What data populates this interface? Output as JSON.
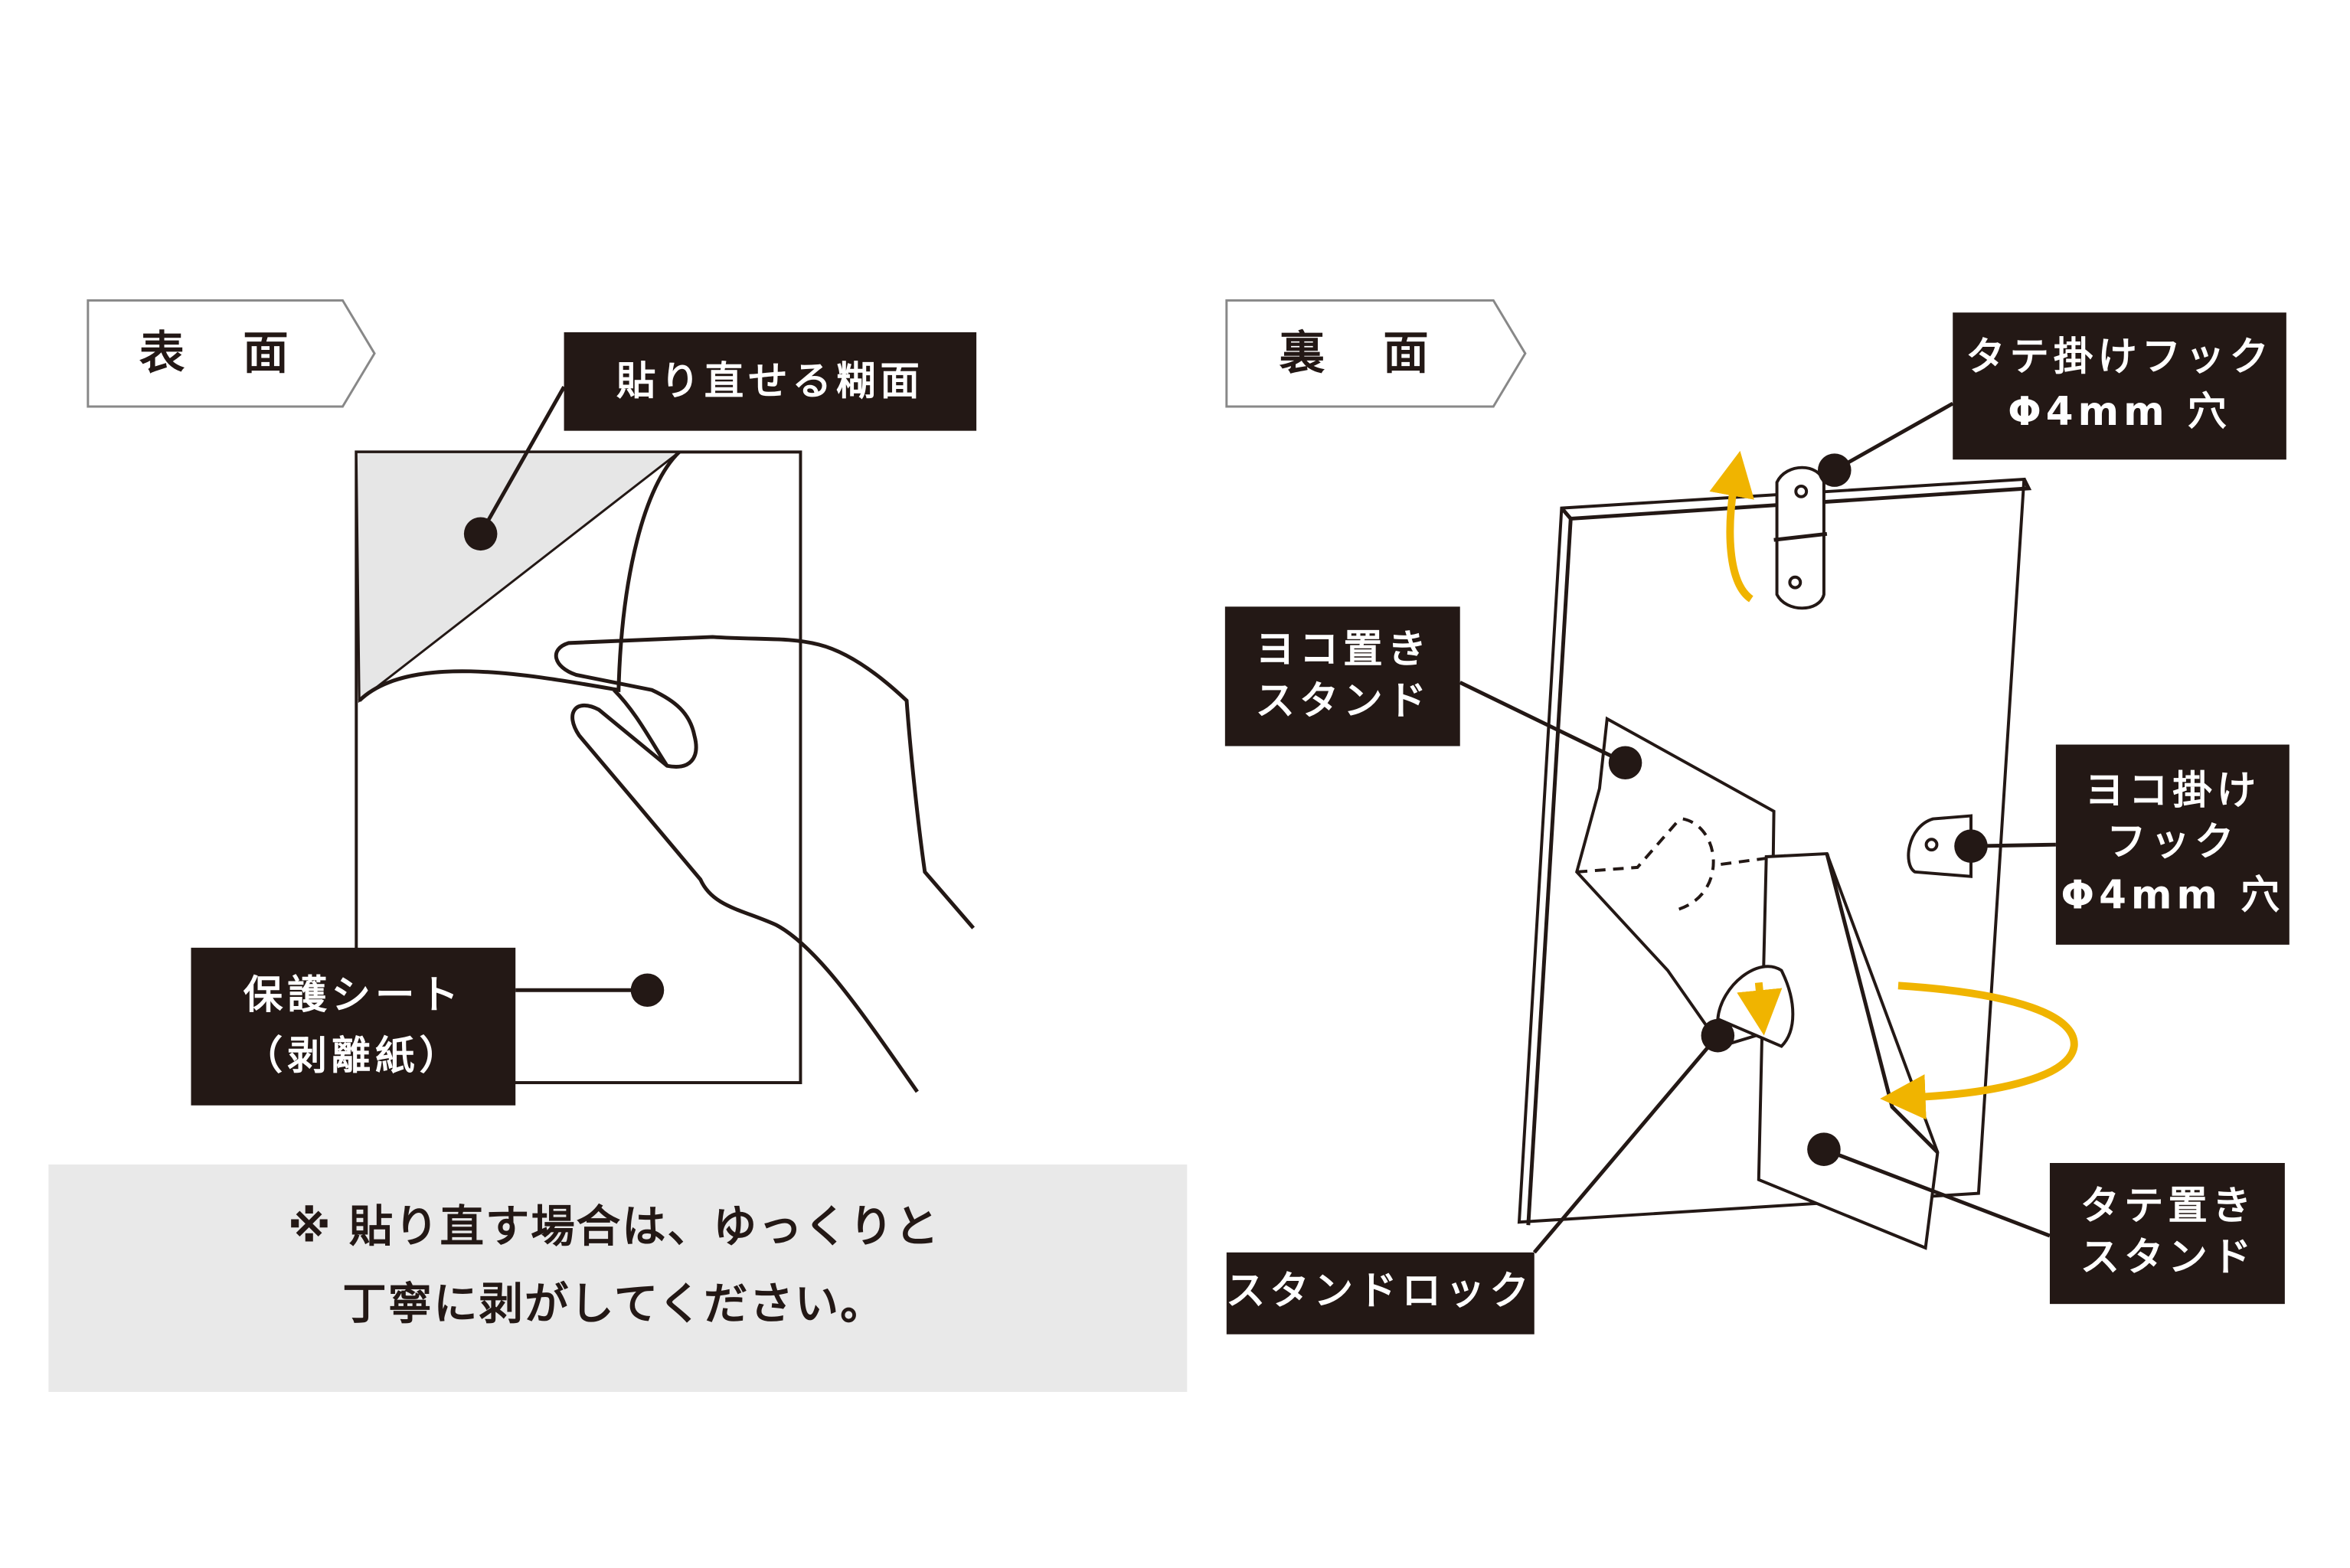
{
  "front": {
    "tag": "表 面",
    "adhesive_label": "貼り直せる糊面",
    "protective_sheet_label": [
      "保護シート",
      "（剥離紙）"
    ],
    "note": [
      "※ 貼り直す場合は、ゆっくりと",
      "丁寧に剥がしてください。"
    ]
  },
  "back": {
    "tag": "裏 面",
    "vertical_hook_label": [
      "タテ掛けフック",
      "Φ4mm 穴"
    ],
    "horizontal_stand_label": [
      "ヨコ置き",
      "スタンド"
    ],
    "horizontal_hook_label": [
      "ヨコ掛け",
      "フック",
      "Φ4mm 穴"
    ],
    "stand_lock_label": [
      "スタンドロック"
    ],
    "vertical_stand_label": [
      "タテ置き",
      "スタンド"
    ]
  },
  "colors": {
    "label_bg": "#231815",
    "accent": "#f0b400",
    "note_bg": "#e9e9e9",
    "adhesive": "#e6e6e6"
  }
}
